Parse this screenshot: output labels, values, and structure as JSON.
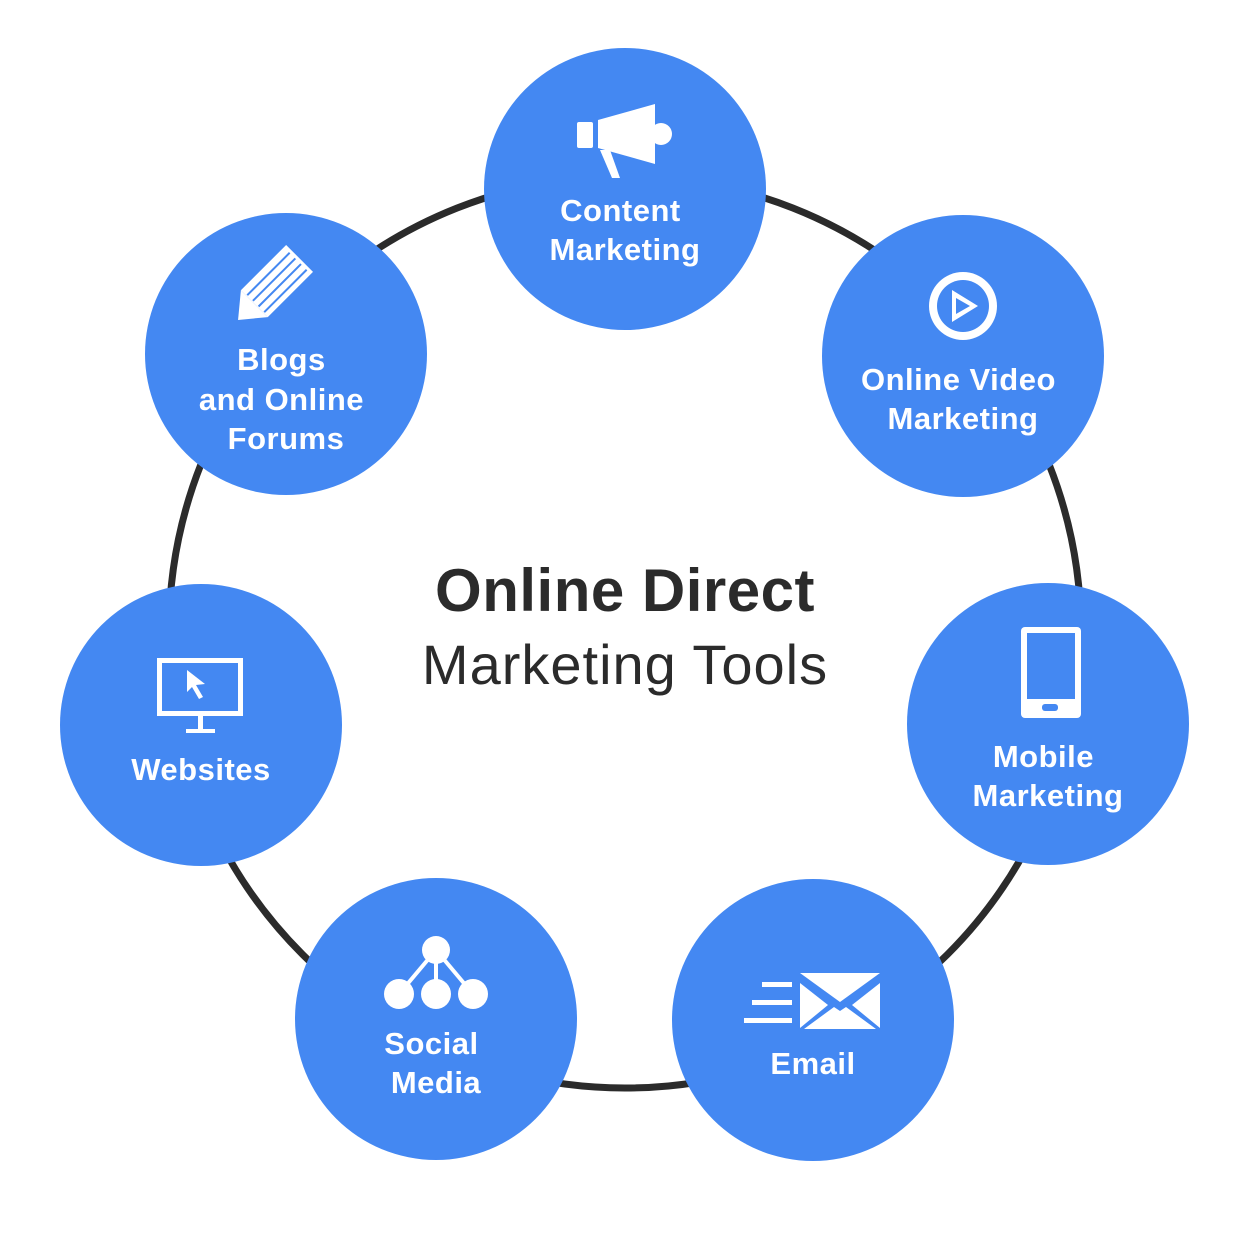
{
  "colors": {
    "background": "#ffffff",
    "node_fill": "#4488f2",
    "ring_stroke": "#2b2b2b",
    "text_dark": "#2b2b2b",
    "text_light": "#ffffff"
  },
  "center": {
    "title": "Online Direct",
    "subtitle": "Marketing Tools"
  },
  "nodes": [
    {
      "id": "content-marketing",
      "icon": "megaphone-icon",
      "lines": [
        "Content",
        "Marketing"
      ]
    },
    {
      "id": "online-video-marketing",
      "icon": "play-icon",
      "lines": [
        "Online Video",
        "Marketing"
      ]
    },
    {
      "id": "mobile-marketing",
      "icon": "mobile-phone-icon",
      "lines": [
        "Mobile",
        "Marketing"
      ]
    },
    {
      "id": "email",
      "icon": "envelope-icon",
      "lines": [
        "Email"
      ]
    },
    {
      "id": "social-media",
      "icon": "network-icon",
      "lines": [
        "Social",
        "Media"
      ]
    },
    {
      "id": "websites",
      "icon": "monitor-cursor-icon",
      "lines": [
        "Websites"
      ]
    },
    {
      "id": "blogs-and-online-forums",
      "icon": "pencil-icon",
      "lines": [
        "Blogs",
        "and Online",
        "Forums"
      ]
    }
  ]
}
